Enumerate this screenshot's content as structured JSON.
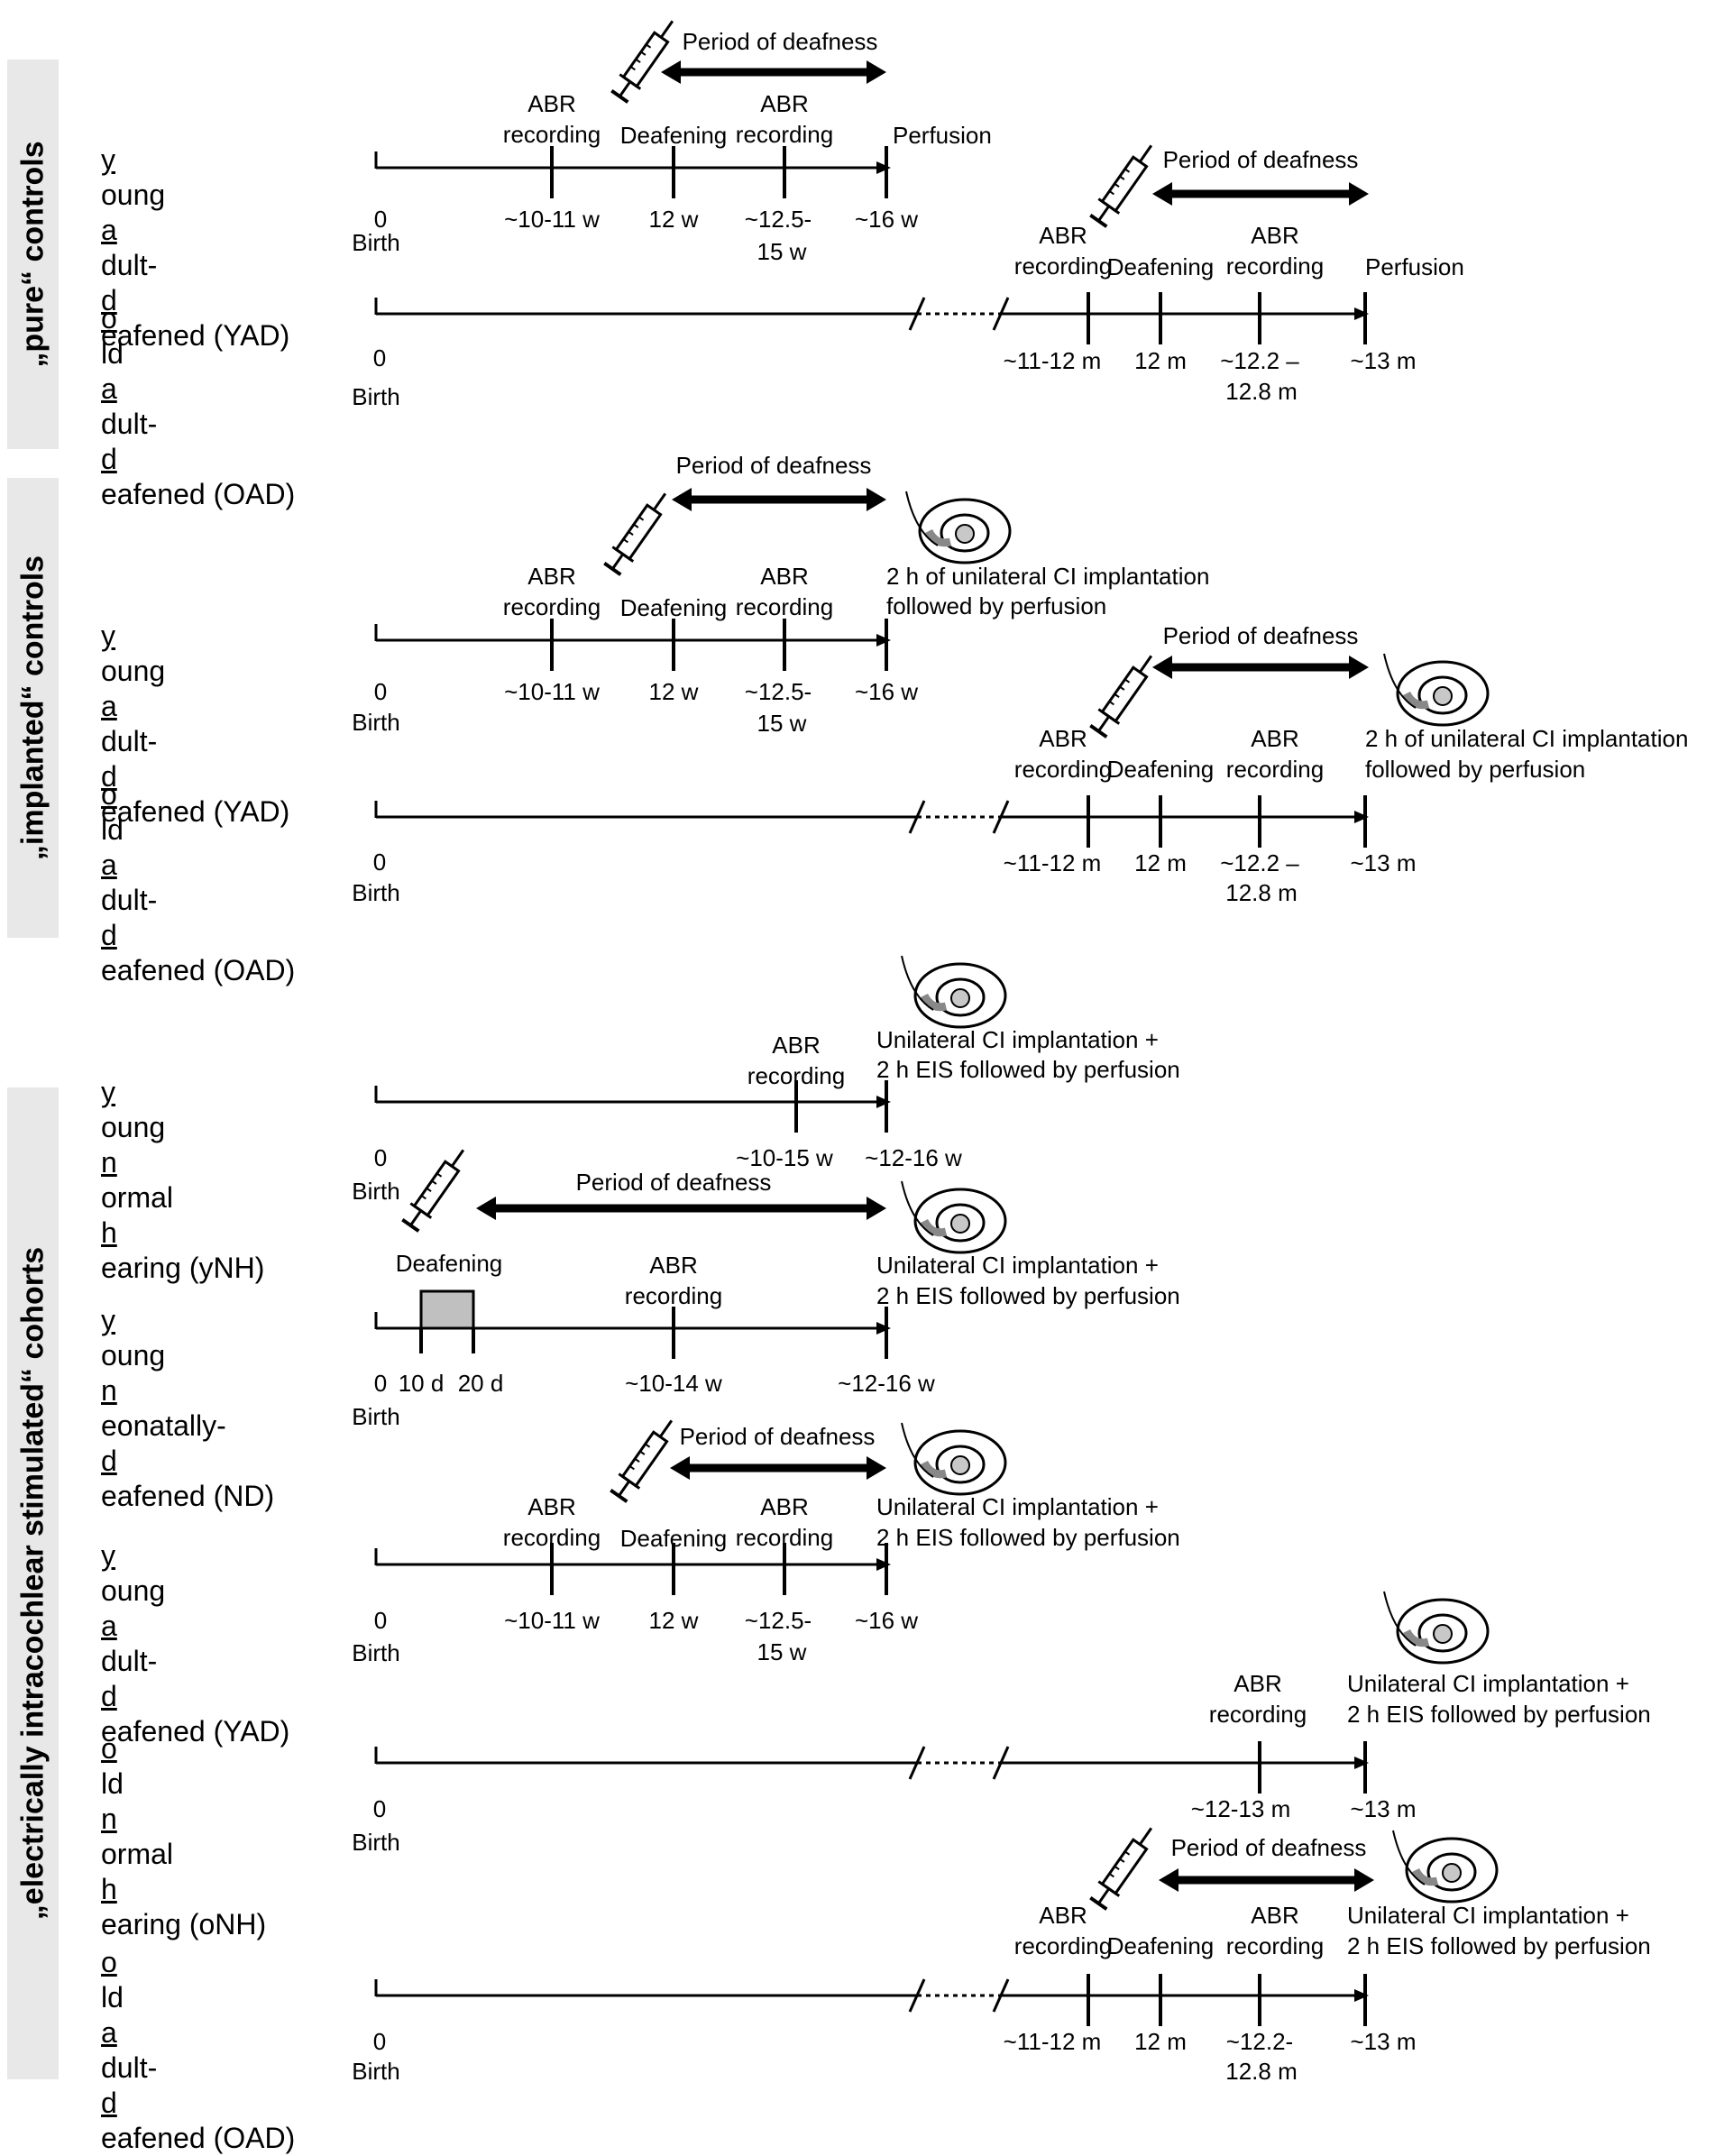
{
  "sections": [
    {
      "id": "pure",
      "label": "„„pure“ controls"
    },
    {
      "id": "implanted",
      "label": "„implanted“ controls"
    },
    {
      "id": "eis",
      "label": "„electrically intracochlear  stimulated“ cohorts"
    }
  ],
  "groups": [
    {
      "first": "young adult-",
      "first_ul": "y",
      "first_rest": "oung ",
      "first_ul2": "a",
      "first_rest2": "dult-",
      "second_ul": "d",
      "second_rest": "eafened (YAD)"
    },
    {
      "first_ul": "o",
      "first_rest": "ld ",
      "first_ul2": "a",
      "first_rest2": "dult-",
      "second_ul": "d",
      "second_rest": "eafened (OAD)"
    },
    {
      "first_ul": "y",
      "first_rest": "oung ",
      "first_ul2": "a",
      "first_rest2": "dult-",
      "second_ul": "d",
      "second_rest": "eafened (YAD)"
    },
    {
      "first_ul": "o",
      "first_rest": "ld ",
      "first_ul2": "a",
      "first_rest2": "dult-",
      "second_ul": "d",
      "second_rest": "eafened (OAD)"
    },
    {
      "first_ul": "y",
      "first_rest": "oung ",
      "first_ul2": "n",
      "first_rest2": "ormal",
      "second_ul": "h",
      "second_rest": "earing (yNH)"
    },
    {
      "first_ul": "y",
      "first_rest": "oung ",
      "first_ul2": "n",
      "first_rest2": "eonatally-",
      "second_ul": "d",
      "second_rest": "eafened (ND)"
    },
    {
      "first_ul": "y",
      "first_rest": "oung ",
      "first_ul2": "a",
      "first_rest2": "dult-",
      "second_ul": "d",
      "second_rest": "eafened (YAD)"
    },
    {
      "first_ul": "o",
      "first_rest": "ld ",
      "first_ul2": "n",
      "first_rest2": "ormal",
      "second_ul": "h",
      "second_rest": "earing (oNH)"
    },
    {
      "first_ul": "o",
      "first_rest": "ld ",
      "first_ul2": "a",
      "first_rest2": "dult-",
      "second_ul": "d",
      "second_rest": "eafened (OAD)"
    }
  ],
  "labels": {
    "period": "Period of deafness",
    "abr1": "ABR",
    "abr2": "recording",
    "deafening": "Deafening",
    "perfusion": "Perfusion",
    "birth": "Birth",
    "zero": "0",
    "impl_line1": "2 h of unilateral CI implantation",
    "impl_line2": "followed by perfusion",
    "eis_line1": "Unilateral CI implantation +",
    "eis_line2": "2 h EIS followed by perfusion"
  },
  "ticks": {
    "yad": [
      "~10-11 w",
      "12 w",
      "~12.5-",
      "15 w",
      "~16 w"
    ],
    "oad": [
      "~11-12 m",
      "12 m",
      "~12.2 –",
      "12.8 m",
      "~13 m"
    ],
    "oad_eis": [
      "~11-12 m",
      "12 m",
      "~12.2-",
      "12.8 m",
      "~13 m"
    ],
    "ynh": [
      "~10-15 w",
      "~12-16 w"
    ],
    "nd": [
      "10 d",
      "20 d",
      "~10-14 w",
      "~12-16 w"
    ],
    "onh": [
      "~12-13 m",
      "~13 m"
    ]
  }
}
